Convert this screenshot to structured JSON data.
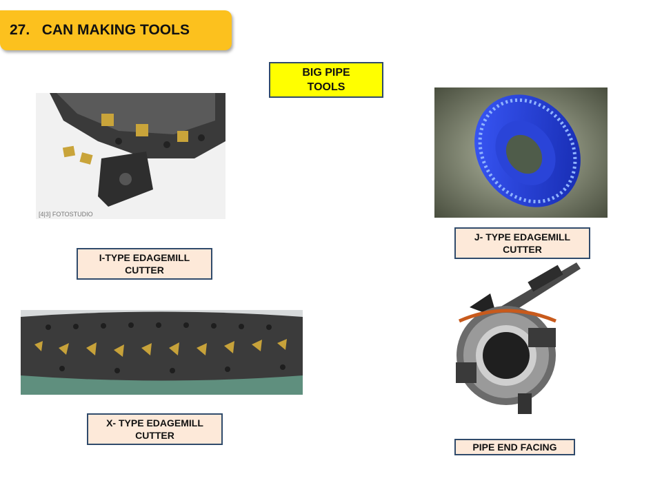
{
  "slide": {
    "title": "27.   CAN MAKING TOOLS",
    "category_label": "BIG PIPE\nTOOLS"
  },
  "items": [
    {
      "label_line1": "I-TYPE EDAGEMILL",
      "label_line2": "CUTTER",
      "watermark": "[4|3] FOTOSTUDIO"
    },
    {
      "label_line1": "J- TYPE EDAGEMILL",
      "label_line2": "CUTTER"
    },
    {
      "label_line1": "X- TYPE EDAGEMILL",
      "label_line2": "CUTTER"
    },
    {
      "label_line1": "PIPE END FACING",
      "label_line2": ""
    }
  ],
  "colors": {
    "title_bg": "#fcc11e",
    "category_bg": "#ffff00",
    "label_bg": "#fde9d9",
    "label_border": "#2f4a6b",
    "j_cutter_blue": "#1f3fd6"
  }
}
